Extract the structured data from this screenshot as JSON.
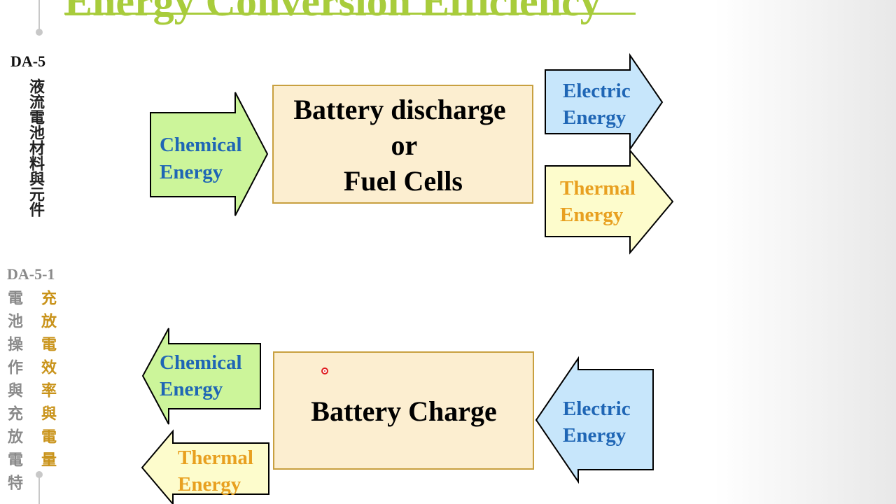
{
  "slide": {
    "title": "Energy Conversion Efficiency"
  },
  "sidebar": {
    "course_code": "DA-5",
    "course_title": "液流電池材料與元件",
    "unit_code": "DA-5-1",
    "unit_title_left": "電池操作與充放電特",
    "unit_title_right": "充放電效率與電量"
  },
  "diagram": {
    "top": {
      "input": [
        "Chemical",
        "Energy"
      ],
      "process": [
        "Battery discharge",
        "or",
        "Fuel Cells"
      ],
      "output_1": [
        "Electric",
        "Energy"
      ],
      "output_2": [
        "Thermal",
        "Energy"
      ]
    },
    "bottom": {
      "input": [
        "Electric",
        "Energy"
      ],
      "process": "Battery Charge",
      "output_1": [
        "Chemical",
        "Energy"
      ],
      "output_2": [
        "Thermal",
        "Energy"
      ]
    }
  },
  "colors": {
    "title": "#a8cc3c",
    "chemical_fill": "#ccf59a",
    "electric_fill": "#c7e6fb",
    "thermal_fill": "#fdfccc",
    "process_fill": "#fceed0",
    "process_border": "#c8a040",
    "blue_text": "#1f66b5",
    "orange_text": "#e8a020"
  }
}
